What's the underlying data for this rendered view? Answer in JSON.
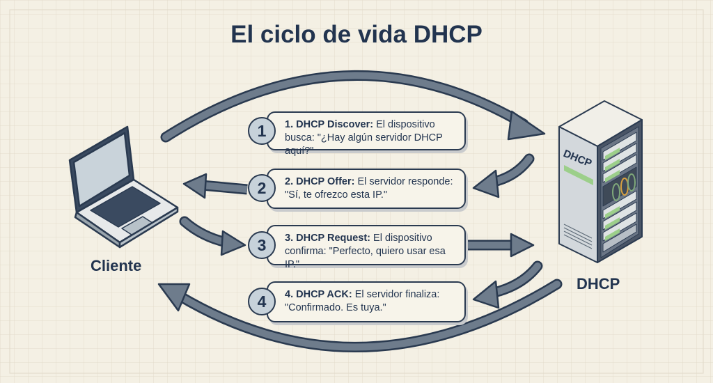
{
  "title": "El ciclo de vida DHCP",
  "client_label": "Cliente",
  "server_label": "DHCP",
  "server_panel_text": "DHCP",
  "steps": [
    {
      "number": "1",
      "name": "1. DHCP Discover:",
      "text": " El dispositivo busca: \"¿Hay algún servidor DHCP aquí?\""
    },
    {
      "number": "2",
      "name": "2. DHCP Offer:",
      "text": " El servidor responde: \"Sí, te ofrezco esta IP.\""
    },
    {
      "number": "3",
      "name": "3. DHCP Request:",
      "text": " El dispositivo confirma: \"Perfecto, quiero usar esa IP.\""
    },
    {
      "number": "4",
      "name": "4. DHCP ACK:",
      "text": " El servidor finaliza: \"Confirmado. Es tuya.\""
    }
  ],
  "colors": {
    "background": "#f4f0e4",
    "ink": "#22344f",
    "arrow": "#6e7c8c",
    "accent": "#9ccf8a"
  }
}
